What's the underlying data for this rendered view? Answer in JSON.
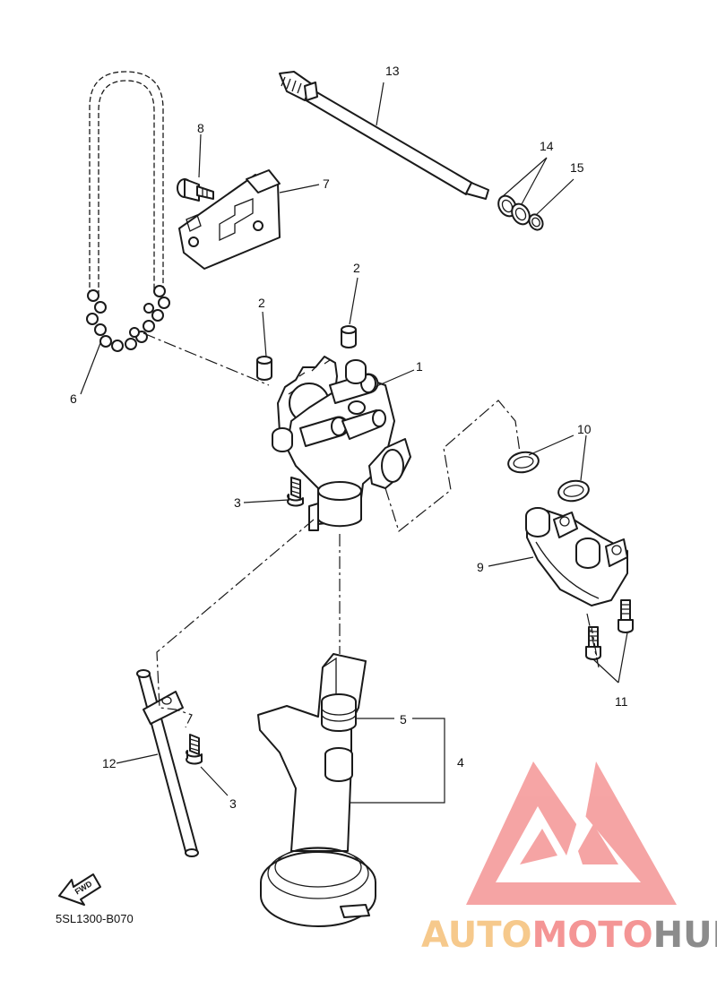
{
  "diagram_code": "5SL1300-B070",
  "fwd_label": "FWD",
  "watermark": {
    "auto": "AUTO",
    "moto": "MOTO",
    "hub": "HUB",
    "color_gold": "#f6c98c",
    "color_red": "#f49595",
    "color_grey": "#8c8c8c"
  },
  "callouts": {
    "c1": "1",
    "c2a": "2",
    "c2b": "2",
    "c3a": "3",
    "c3b": "3",
    "c4": "4",
    "c5": "5",
    "c6": "6",
    "c7": "7",
    "c8": "8",
    "c9": "9",
    "c10": "10",
    "c11": "11",
    "c12": "12",
    "c13": "13",
    "c14": "14",
    "c15": "15"
  }
}
